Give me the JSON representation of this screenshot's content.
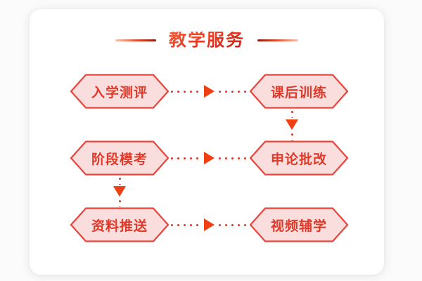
{
  "card": {
    "background_color": "#ffffff",
    "page_background_color": "#fbfbfb"
  },
  "header": {
    "title": "教学服务",
    "rule_gradient_start": "#f5c6b6",
    "rule_gradient_end": "#8e1c12",
    "title_color": "#e0361f"
  },
  "theme": {
    "node_fill": "#fadedd",
    "node_border": "#e8453c",
    "node_text": "#e0392a",
    "arrow_color": "#ef3f13",
    "dot_color": "#e0392a"
  },
  "flow": {
    "rows": [
      {
        "left_node": "入学测评",
        "right_node": "课后训练",
        "h_connector": true
      },
      {
        "left_node": "阶段模考",
        "right_node": "申论批改",
        "h_connector": true
      },
      {
        "left_node": "资料推送",
        "right_node": "视频辅学",
        "h_connector": true
      }
    ],
    "vertical_connectors": [
      {
        "column": "right",
        "after_row": 1,
        "direction": "down"
      },
      {
        "column": "left",
        "after_row": 2,
        "direction": "down"
      }
    ]
  }
}
